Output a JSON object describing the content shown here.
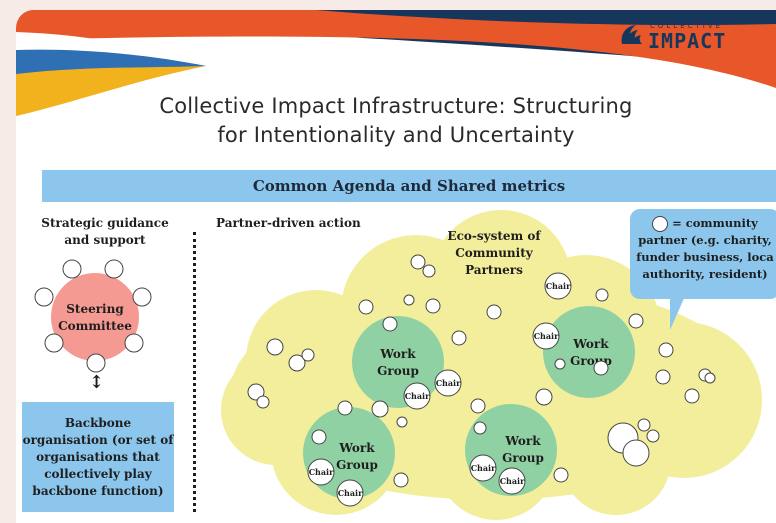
{
  "brand": {
    "small": "COLLECTIVE",
    "word": "IMPACT"
  },
  "title": {
    "line1": "Collective Impact Infrastructure: Structuring",
    "line2": "for Intentionality and Uncertainty"
  },
  "agenda": "Common Agenda and Shared metrics",
  "strategic": {
    "line1": "Strategic guidance",
    "line2": "and support"
  },
  "steering": {
    "line1": "Steering",
    "line2": "Committee"
  },
  "arrow": "↕",
  "backbone": {
    "line1": "Backbone",
    "line2": "organisation (or set of",
    "line3": "organisations that",
    "line4": "collectively play",
    "line5": "backbone function)"
  },
  "partner_action": "Partner-driven action",
  "ecosystem": {
    "line1": "Eco-system of",
    "line2": "Community Partners"
  },
  "legend": {
    "line1": "= community",
    "line2": "partner (e.g. charity,",
    "line3": "funder business, loca",
    "line4": "authority, resident)"
  },
  "work_group": {
    "line1": "Work",
    "line2": "Group"
  },
  "chair": "Chair",
  "colors": {
    "blue_box": "#8cc6ec",
    "cloud": "#f3ee9b",
    "work_group": "#8fd1a3",
    "steering": "#f59a93",
    "navy": "#16365b",
    "orange": "#e8572a",
    "gold": "#f2b21d"
  }
}
